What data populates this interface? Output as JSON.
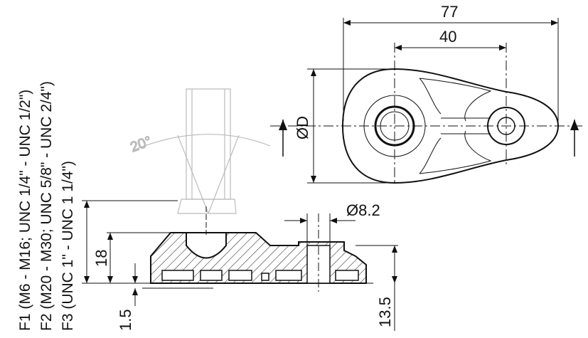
{
  "notes": {
    "f1": "F1 (M6 - M16; UNC 1/4\" - UNC 1/2\")",
    "f2": "F2 (M20 - M30; UNC 5/8\" - UNC 2/4\")",
    "f3": "F3 (UNC 1\" - UNC 1 1/4\")"
  },
  "dimensions": {
    "overall_length": "77",
    "hole_spacing": "40",
    "diameter": "ØD",
    "bolt_hole": "Ø8.2",
    "height": "18",
    "thickness": "1.5",
    "base_height": "13.5",
    "tilt_angle": "20°"
  },
  "colors": {
    "line": "#111111",
    "ghost": "#bbbbbb"
  }
}
